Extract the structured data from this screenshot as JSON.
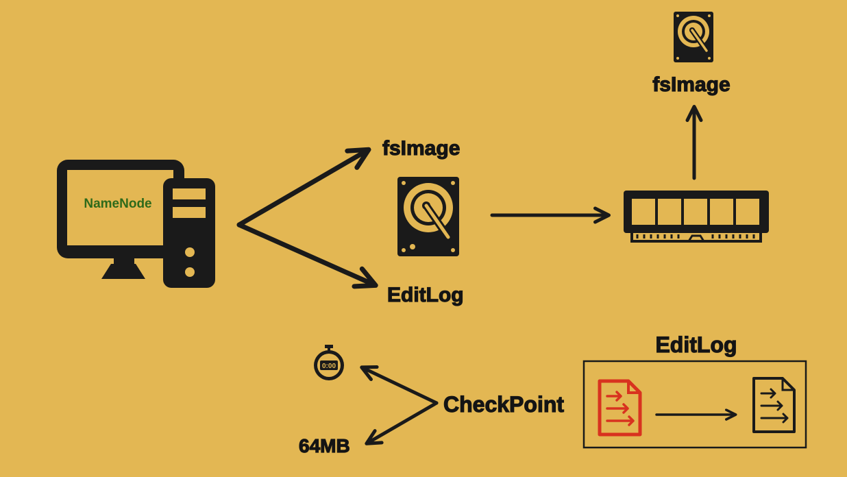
{
  "colors": {
    "background": "#e3b753",
    "ink": "#141414",
    "namenode_text": "#2e6a1a",
    "active_doc": "#d8321f"
  },
  "nodes": {
    "namenode": {
      "label": "NameNode",
      "icon": "desktop-computer-icon"
    },
    "fsimage_mid": {
      "label": "fsImage"
    },
    "editlog_mid": {
      "label": "EditLog"
    },
    "disk_mid": {
      "icon": "hard-drive-icon"
    },
    "memory": {
      "icon": "ram-module-icon"
    },
    "disk_top": {
      "icon": "hard-drive-icon"
    },
    "fsimage_top": {
      "label": "fsImage"
    },
    "checkpoint": {
      "label": "CheckPoint"
    },
    "stopwatch": {
      "icon": "stopwatch-icon",
      "readout": "0:00"
    },
    "size_limit": {
      "label": "64MB"
    },
    "editlog_box": {
      "title": "EditLog",
      "source_icon": "document-list-icon",
      "target_icon": "document-list-icon"
    }
  }
}
